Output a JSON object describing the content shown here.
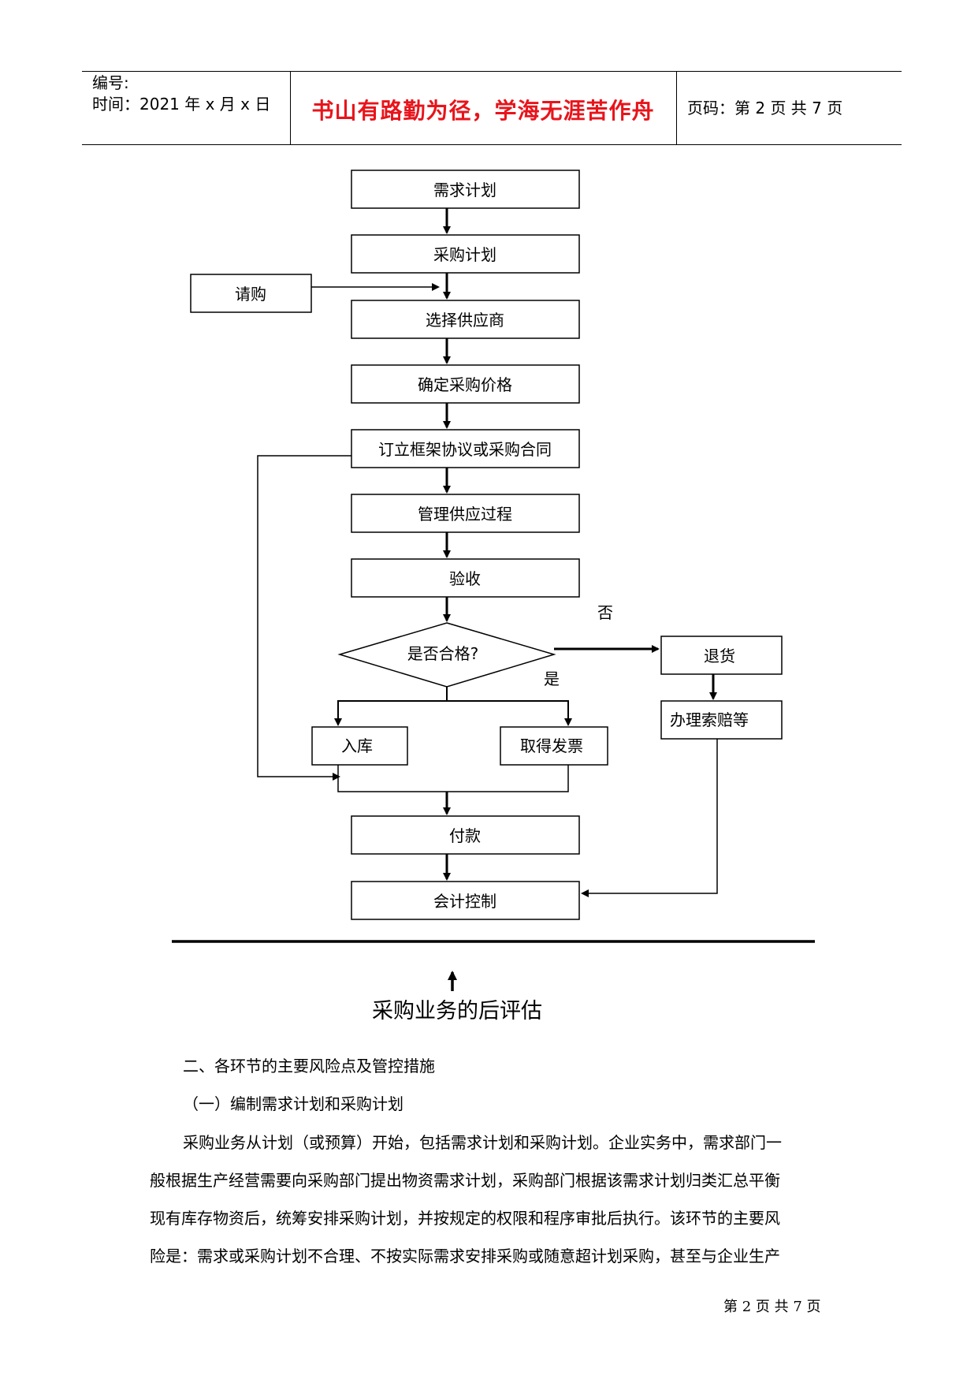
{
  "header": {
    "number_label": "编号:",
    "time_label": "时间：2021 年 x 月 x 日",
    "motto": "书山有路勤为径，学海无涯苦作舟",
    "page_code": "页码：第 2 页  共 7 页"
  },
  "flowchart": {
    "demand_plan": "需求计划",
    "purchase_plan": "采购计划",
    "request": "请购",
    "select_supplier": "选择供应商",
    "confirm_price": "确定采购价格",
    "sign_contract": "订立框架协议或采购合同",
    "manage_supply": "管理供应过程",
    "acceptance": "验收",
    "qualified_question": "是否合格?",
    "no_label": "否",
    "yes_label": "是",
    "return_goods": "退货",
    "claim": "办理索赔等",
    "warehousing": "入库",
    "get_invoice": "取得发票",
    "payment": "付款",
    "accounting_control": "会计控制"
  },
  "post_evaluation": "采购业务的后评估",
  "section_heading": "二、各环节的主要风险点及管控措施",
  "subsection_heading": "（一）编制需求计划和采购计划",
  "paragraph_lines": [
    "采购业务从计划（或预算）开始，包括需求计划和采购计划。企业实务中，需求部门一",
    "般根据生产经营需要向采购部门提出物资需求计划，采购部门根据该需求计划归类汇总平衡",
    "现有库存物资后，统筹安排采购计划，并按规定的权限和程序审批后执行。该环节的主要风",
    "险是：需求或采购计划不合理、不按实际需求安排采购或随意超计划采购，甚至与企业生产"
  ],
  "footer": "第 2 页 共 7 页"
}
